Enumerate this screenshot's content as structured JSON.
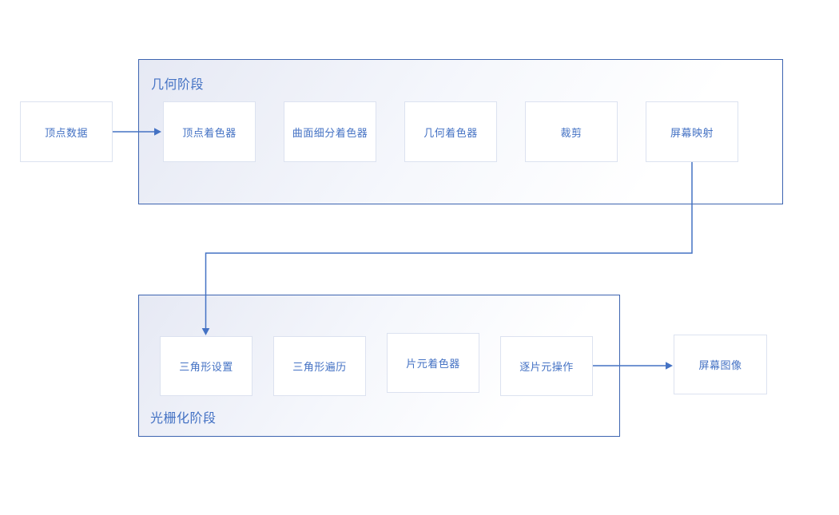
{
  "colors": {
    "accent_blue": "#4472C4",
    "container_border": "#3d64b0",
    "container_gradient_start": "#e6e9f4",
    "container_gradient_end": "#ffffff",
    "node_border": "#dce2f0",
    "node_background": "#ffffff",
    "canvas_background": "#ffffff"
  },
  "diagram": {
    "input_node": {
      "label": "顶点数据"
    },
    "geometry_stage": {
      "title": "几何阶段",
      "nodes": [
        {
          "label": "顶点着色器"
        },
        {
          "label": "曲面细分着色器"
        },
        {
          "label": "几何着色器"
        },
        {
          "label": "裁剪"
        },
        {
          "label": "屏幕映射"
        }
      ]
    },
    "rasterization_stage": {
      "title": "光栅化阶段",
      "nodes": [
        {
          "label": "三角形设置"
        },
        {
          "label": "三角形遍历"
        },
        {
          "label": "片元着色器"
        },
        {
          "label": "逐片元操作"
        }
      ]
    },
    "output_node": {
      "label": "屏幕图像"
    }
  }
}
